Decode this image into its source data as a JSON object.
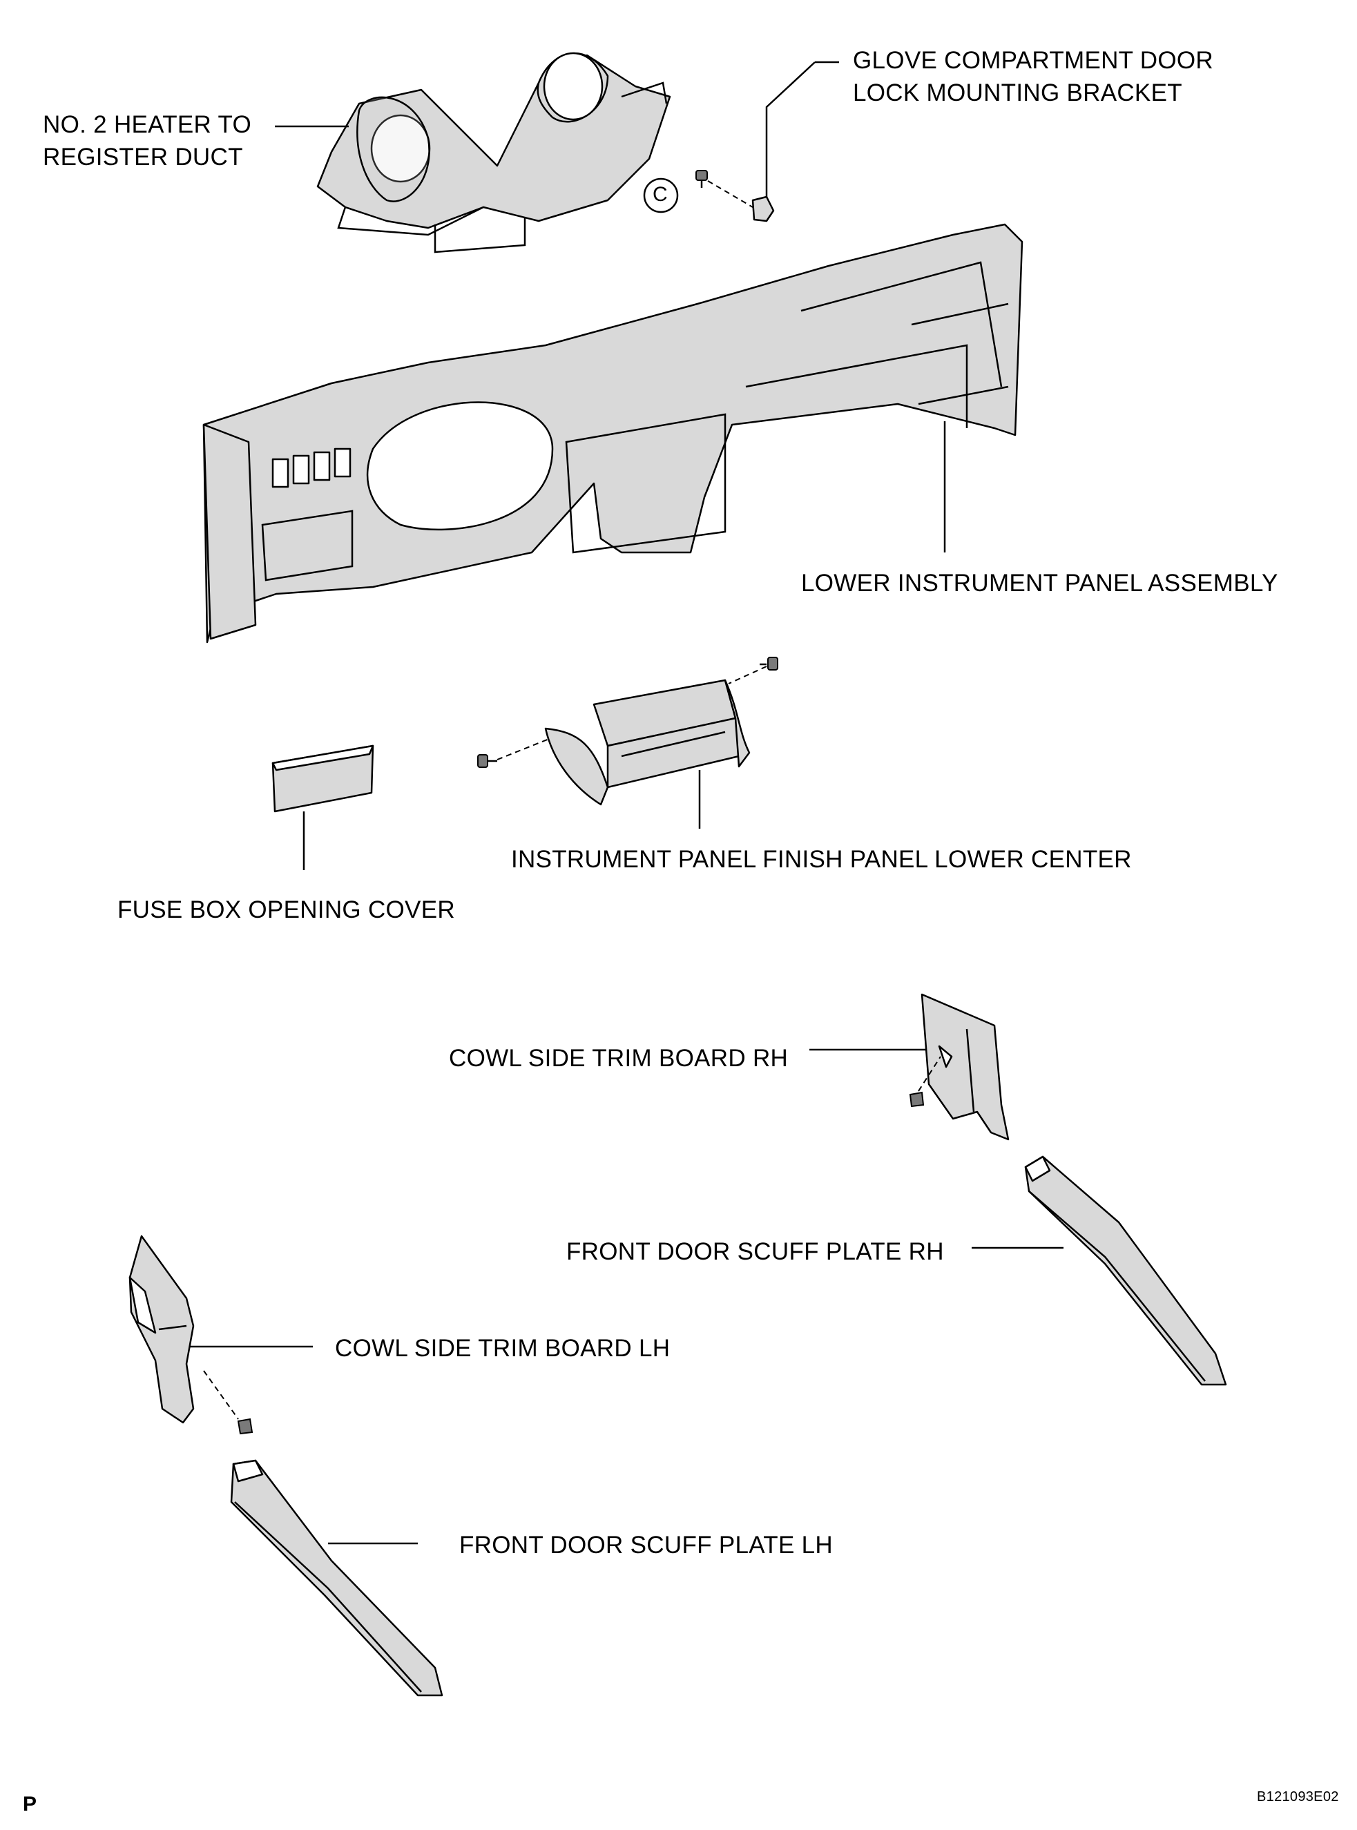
{
  "labels": {
    "heater_duct_1": "NO. 2 HEATER TO",
    "heater_duct_2": "REGISTER DUCT",
    "glove_bracket_1": "GLOVE COMPARTMENT DOOR",
    "glove_bracket_2": "LOCK MOUNTING BRACKET",
    "circle_c": "C",
    "lower_panel": "LOWER INSTRUMENT PANEL ASSEMBLY",
    "finish_panel": "INSTRUMENT PANEL FINISH PANEL LOWER CENTER",
    "fuse_cover": "FUSE BOX OPENING COVER",
    "cowl_rh": "COWL SIDE TRIM BOARD RH",
    "scuff_rh": "FRONT DOOR SCUFF PLATE RH",
    "cowl_lh": "COWL SIDE TRIM BOARD LH",
    "scuff_lh": "FRONT DOOR SCUFF PLATE LH",
    "corner_p": "P",
    "figure_code": "B121093E02"
  }
}
